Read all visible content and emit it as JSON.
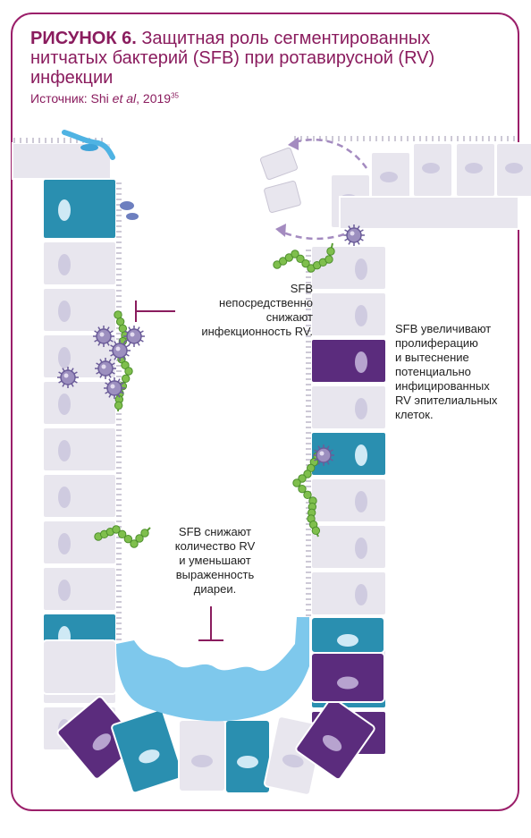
{
  "title": {
    "bold": "РИСУНОК 6.",
    "text": "Защитная роль сегментированных нитчатых бактерий (SFB) при ротавирусной (RV) инфекции"
  },
  "source": {
    "prefix": "Источник: Shi ",
    "italic": "et al",
    "suffix": ", 2019",
    "ref": "35"
  },
  "notes": {
    "n1": [
      "SFB",
      "непосредственно",
      "снижают",
      "инфекционность RV."
    ],
    "n2": [
      "SFB увеличивают",
      "пролиферацию",
      "и вытеснение",
      "потенциально",
      "инфицированных",
      "RV эпителиальных",
      "клеток."
    ],
    "n3": [
      "SFB снижают",
      "количество RV",
      "и уменьшают",
      "выраженность",
      "диареи."
    ]
  },
  "colors": {
    "frame": "#9b1f6a",
    "cell_gray": "#e8e6ee",
    "cell_teal": "#2a8fb0",
    "cell_purple": "#5b2c7d",
    "mucus": "#7ec8ec",
    "sfb": "#7fbf4d",
    "virus": "#9c8fbf",
    "arrow": "#a48bc0"
  }
}
